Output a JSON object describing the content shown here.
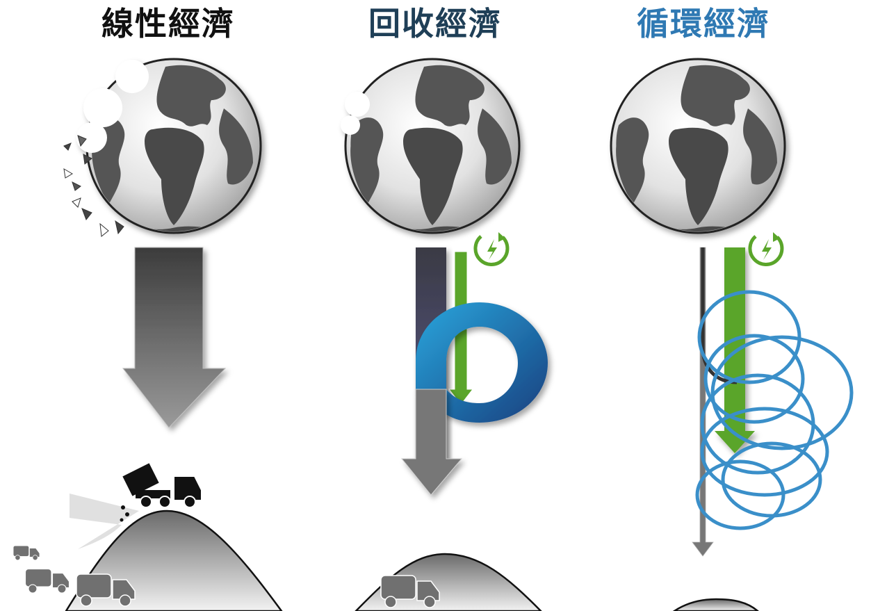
{
  "columns": [
    {
      "title": "線性經濟",
      "title_color": "#111111"
    },
    {
      "title": "回收經濟",
      "title_color": "#1f3f57"
    },
    {
      "title": "循環經濟",
      "title_color": "#2f79b3"
    }
  ],
  "colors": {
    "arrow_gray": "#6f6f6f",
    "arrow_green": "#5aa52a",
    "loop_blue": "#2f88c8",
    "ring_blue": "#3a8fc9"
  }
}
